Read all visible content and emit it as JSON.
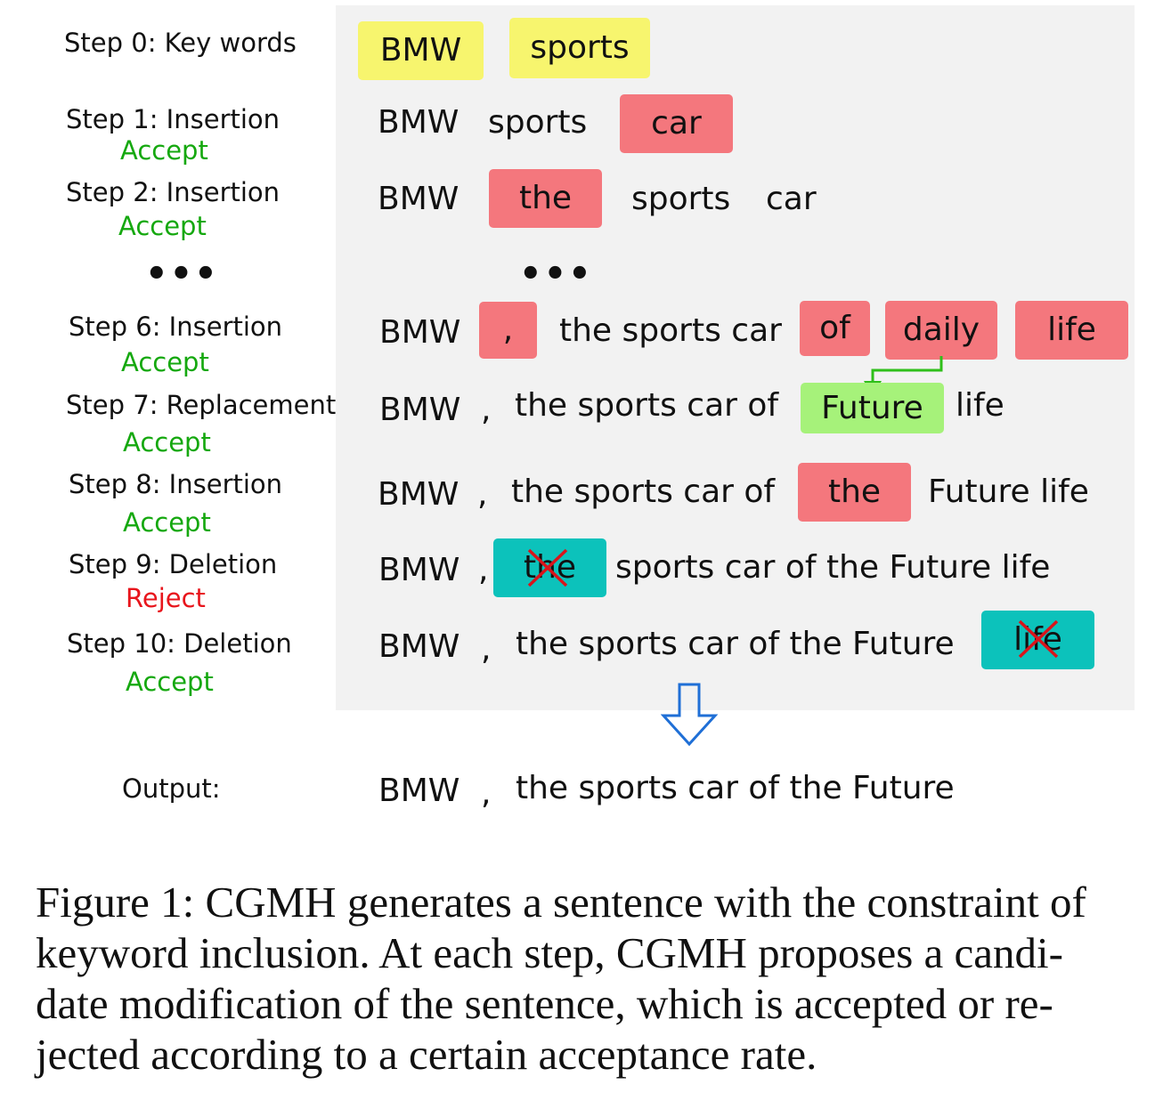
{
  "steps": [
    {
      "label": "Step 0: Key words"
    },
    {
      "label": "Step 1: Insertion",
      "decision": "Accept"
    },
    {
      "label": "Step 2: Insertion",
      "decision": "Accept"
    },
    {
      "label": "Step 6: Insertion",
      "decision": "Accept"
    },
    {
      "label": "Step 7: Replacement",
      "decision": "Accept"
    },
    {
      "label": "Step 8: Insertion",
      "decision": "Accept"
    },
    {
      "label": "Step 9: Deletion",
      "decision": "Reject"
    },
    {
      "label": "Step 10: Deletion",
      "decision": "Accept"
    }
  ],
  "ellipsis": "•••",
  "output_label": "Output:",
  "rows": {
    "r0": [
      "BMW",
      "sports"
    ],
    "r1": [
      "BMW",
      "sports",
      "car"
    ],
    "r2": [
      "BMW",
      "the",
      "sports",
      "car"
    ],
    "r6": [
      "BMW",
      ",",
      "the sports car",
      "of",
      "daily",
      "life"
    ],
    "r7": [
      "BMW",
      ",",
      "the sports car of",
      "Future",
      "life"
    ],
    "r8": [
      "BMW",
      ",",
      "the sports car of",
      "the",
      "Future life"
    ],
    "r9": [
      "BMW",
      ",",
      "the",
      "sports car of the Future life"
    ],
    "r10": [
      "BMW",
      ",",
      "the sports car of the Future",
      "life"
    ],
    "out": [
      "BMW",
      ",",
      "the sports car of the Future"
    ]
  },
  "colors": {
    "keyword": "#f7f56e",
    "insertion": "#f4777d",
    "replacement": "#a6f27a",
    "deletion": "#0cc2bb",
    "accept": "#15a80f",
    "reject": "#e8151c",
    "arrow": "#1f6fd6"
  },
  "caption": [
    "Figure 1: CGMH generates a sentence with the constraint of",
    "keyword inclusion. At each step, CGMH proposes a candi-",
    "date modification of the sentence, which is accepted or re-",
    "jected according to a certain acceptance rate."
  ]
}
